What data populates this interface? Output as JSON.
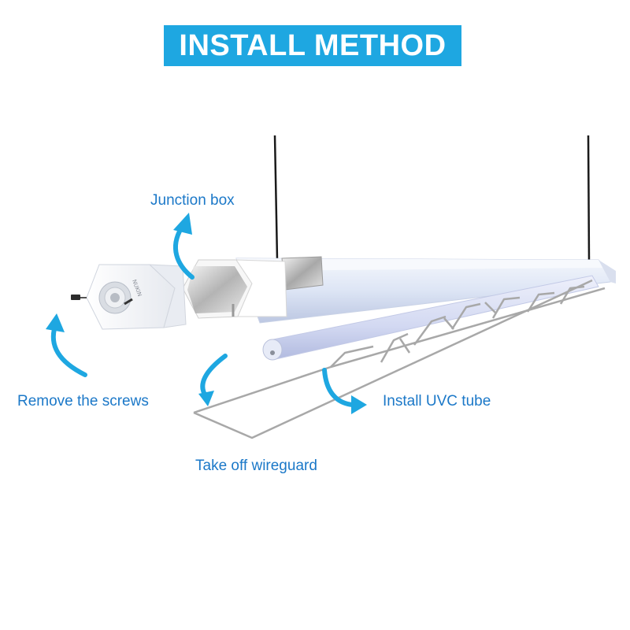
{
  "title": "INSTALL METHOD",
  "callouts": {
    "junction_box": "Junction box",
    "remove_screws": "Remove the screws",
    "install_tube": "Install UVC tube",
    "take_off_wireguard": "Take off wireguard"
  },
  "end_cap_text": "NUKIN",
  "colors": {
    "title_bg": "#1ea7e1",
    "title_text": "#ffffff",
    "callout_text": "#1b78c8",
    "arrow": "#1ea7e1"
  },
  "icons": [
    "curved-arrow-icon",
    "screw-icon"
  ]
}
